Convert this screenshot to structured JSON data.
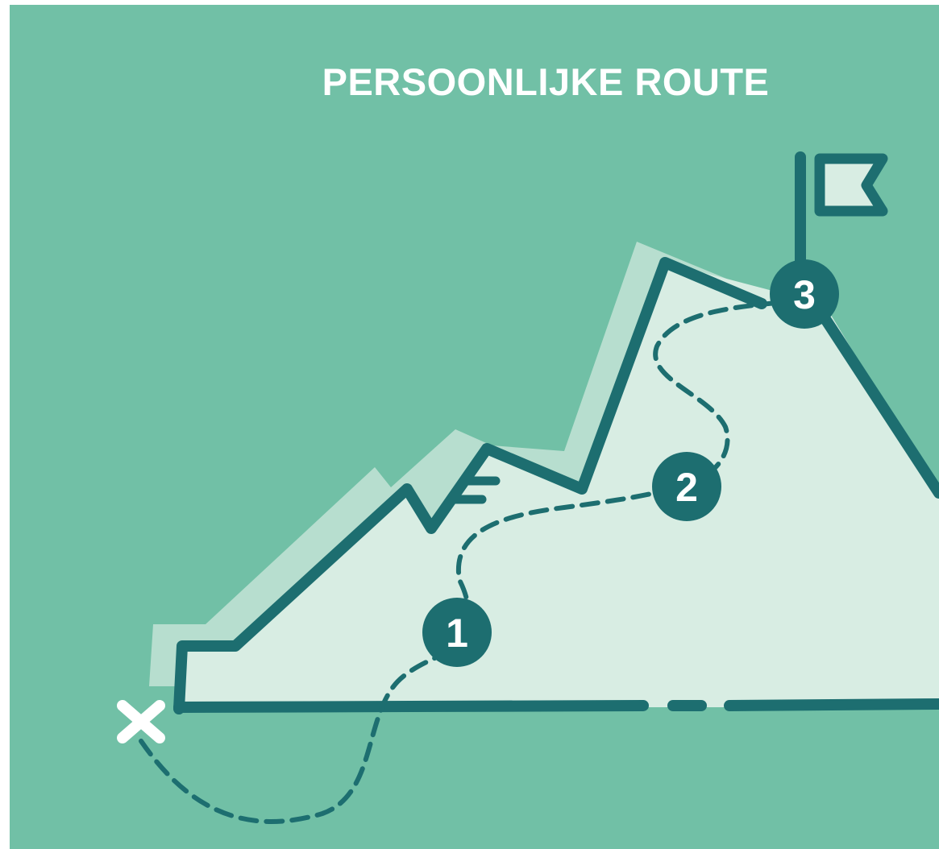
{
  "title": "PERSOONLIJKE ROUTE",
  "steps": [
    {
      "label": "1"
    },
    {
      "label": "2"
    },
    {
      "label": "3"
    }
  ],
  "colors": {
    "background": "#71c0a6",
    "mountain_fill": "#d8ede3",
    "mountain_shadow": "#a8d8c3",
    "line": "#1d6e70",
    "title_text": "#ffffff",
    "start_marker": "#ffffff"
  },
  "icons": {
    "start": "x-mark-icon",
    "goal": "flag-icon"
  }
}
